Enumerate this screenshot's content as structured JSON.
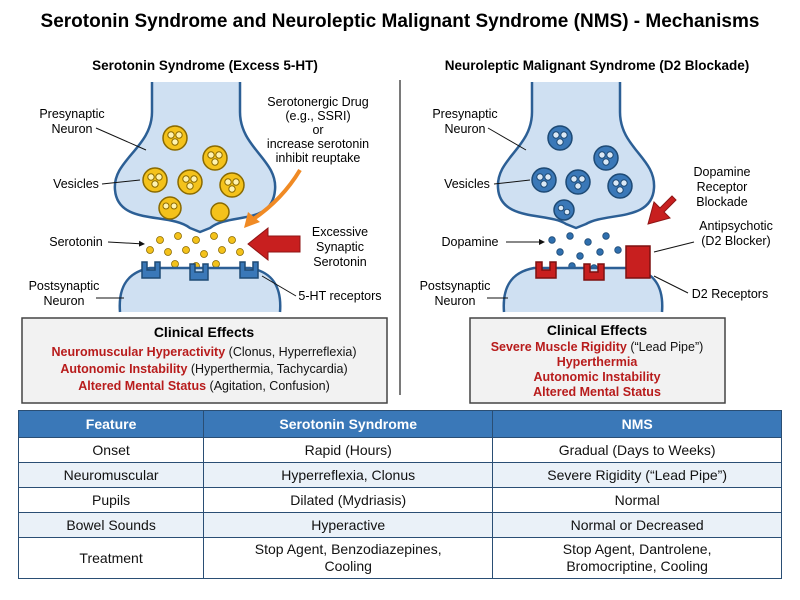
{
  "title": "Serotonin Syndrome and Neuroleptic Malignant Syndrome (NMS) - Mechanisms",
  "colors": {
    "blue_fill": "#cfe0f2",
    "blue_stroke": "#2c5f95",
    "yellow": "#f4c21b",
    "red": "#c81f1f",
    "table_header": "#3a78b8"
  },
  "left": {
    "subtitle": "Serotonin Syndrome (Excess 5-HT)",
    "labels": {
      "pre1": "Presynaptic",
      "pre2": "Neuron",
      "vesicles": "Vesicles",
      "serotonin": "Serotonin",
      "post1": "Postsynaptic",
      "post2": "Neuron",
      "drug1": "Serotonergic Drug",
      "drug2": "(e.g., SSRI)",
      "drug3": "or",
      "drug4": "increase serotonin",
      "drug5": "inhibit reuptake",
      "ex1": "Excessive",
      "ex2": "Synaptic",
      "ex3": "Serotonin",
      "receptors": "5-HT receptors"
    },
    "effects": {
      "title": "Clinical Effects",
      "l1_red": "Neuromuscular Hyperactivity",
      "l1_rest": " (Clonus, Hyperreflexia)",
      "l2_red": "Autonomic Instability",
      "l2_rest": " (Hyperthermia, Tachycardia)",
      "l3_red": "Altered Mental Status",
      "l3_rest": " (Agitation, Confusion)"
    }
  },
  "right": {
    "subtitle": "Neuroleptic Malignant Syndrome (D2 Blockade)",
    "labels": {
      "pre1": "Presynaptic",
      "pre2": "Neuron",
      "vesicles": "Vesicles",
      "dopamine": "Dopamine",
      "post1": "Postsynaptic",
      "post2": "Neuron",
      "block1": "Dopamine",
      "block2": "Receptor",
      "block3": "Blockade",
      "anti1": "Antipsychotic",
      "anti2": "(D2 Blocker)",
      "receptors": "D2 Receptors"
    },
    "effects": {
      "title": "Clinical Effects",
      "l1_red": "Severe Muscle Rigidity",
      "l1_rest": " (“Lead Pipe”)",
      "l2": "Hyperthermia",
      "l3": "Autonomic Instability",
      "l4": "Altered Mental Status"
    }
  },
  "table": {
    "headers": [
      "Feature",
      "Serotonin Syndrome",
      "NMS"
    ],
    "rows": [
      {
        "feature": "Onset",
        "ss": [
          "Rapid (Hours)"
        ],
        "nms": [
          "Gradual (Days to Weeks)"
        ]
      },
      {
        "feature": "Neuromuscular",
        "ss": [
          "Hyperreflexia, Clonus"
        ],
        "nms": [
          "Severe Rigidity (“Lead Pipe”)"
        ]
      },
      {
        "feature": "Pupils",
        "ss": [
          "Dilated (Mydriasis)"
        ],
        "nms": [
          "Normal"
        ]
      },
      {
        "feature": "Bowel Sounds",
        "ss": [
          "Hyperactive"
        ],
        "nms": [
          "Normal or Decreased"
        ]
      },
      {
        "feature": "Treatment",
        "ss": [
          "Stop Agent, Benzodiazepines,",
          "Cooling"
        ],
        "nms": [
          "Stop Agent, Dantrolene,",
          "Bromocriptine, Cooling"
        ]
      }
    ]
  }
}
